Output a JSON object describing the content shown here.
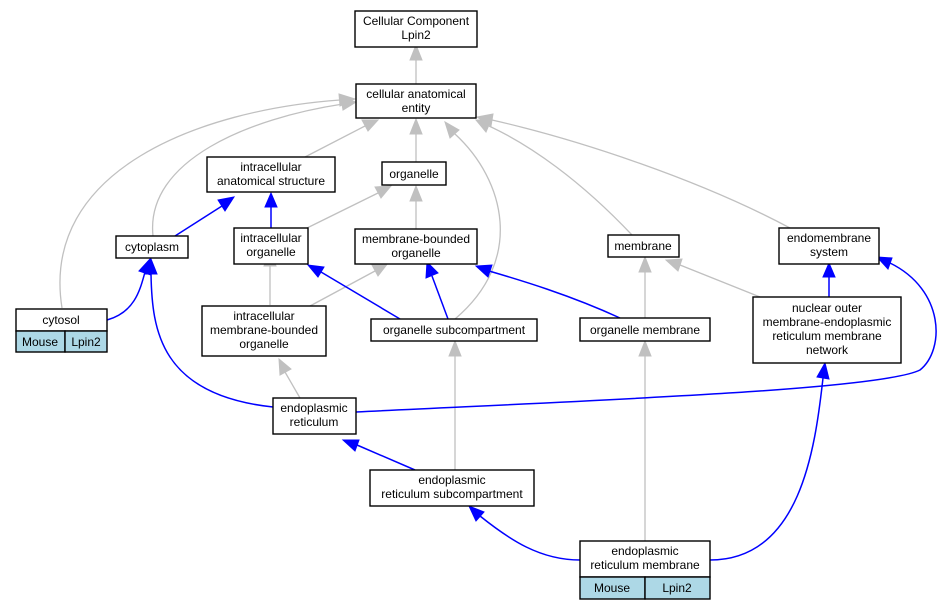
{
  "nodes": {
    "root": {
      "lines": [
        "Cellular Component",
        "Lpin2"
      ]
    },
    "cae": {
      "lines": [
        "cellular anatomical",
        "entity"
      ]
    },
    "ias": {
      "lines": [
        "intracellular",
        "anatomical structure"
      ]
    },
    "organelle": {
      "lines": [
        "organelle"
      ]
    },
    "cytoplasm": {
      "lines": [
        "cytoplasm"
      ]
    },
    "io": {
      "lines": [
        "intracellular",
        "organelle"
      ]
    },
    "mbo": {
      "lines": [
        "membrane-bounded",
        "organelle"
      ]
    },
    "membrane": {
      "lines": [
        "membrane"
      ]
    },
    "ems": {
      "lines": [
        "endomembrane",
        "system"
      ]
    },
    "cytosol": {
      "lines": [
        "cytosol"
      ],
      "cells": [
        "Mouse",
        "Lpin2"
      ]
    },
    "imbo": {
      "lines": [
        "intracellular",
        "membrane-bounded",
        "organelle"
      ]
    },
    "osc": {
      "lines": [
        "organelle subcompartment"
      ]
    },
    "om": {
      "lines": [
        "organelle membrane"
      ]
    },
    "nom": {
      "lines": [
        "nuclear outer",
        "membrane-endoplasmic",
        "reticulum membrane",
        "network"
      ]
    },
    "er": {
      "lines": [
        "endoplasmic",
        "reticulum"
      ]
    },
    "ersc": {
      "lines": [
        "endoplasmic",
        "reticulum subcompartment"
      ]
    },
    "erm": {
      "lines": [
        "endoplasmic",
        "reticulum membrane"
      ],
      "cells": [
        "Mouse",
        "Lpin2"
      ]
    }
  },
  "colors": {
    "is_a_edge": "#c0c0c0",
    "part_of_edge": "#0000ff",
    "annotation_cell": "#add8e6"
  }
}
